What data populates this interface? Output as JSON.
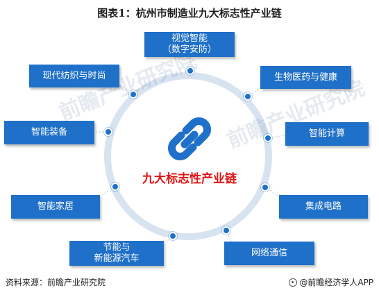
{
  "title": "图表1：杭州市制造业九大标志性产业链",
  "center_label": "九大标志性产业链",
  "nodes": [
    {
      "line1": "视觉智能",
      "line2": "（数字安防）"
    },
    {
      "line1": "生物医药与健康",
      "line2": ""
    },
    {
      "line1": "智能计算",
      "line2": ""
    },
    {
      "line1": "集成电路",
      "line2": ""
    },
    {
      "line1": "网络通信",
      "line2": ""
    },
    {
      "line1": "节能与",
      "line2": "新能源汽车"
    },
    {
      "line1": "智能家居",
      "line2": ""
    },
    {
      "line1": "智能装备",
      "line2": ""
    },
    {
      "line1": "现代纺织与时尚",
      "line2": ""
    }
  ],
  "watermark": "前瞻产业研究院",
  "source": "资料来源：前瞻产业研究院",
  "credit": "@前瞻经济学人APP",
  "colors": {
    "box": "#1f70c9",
    "ring": "#d8e3f0",
    "center_text": "#e01414"
  }
}
